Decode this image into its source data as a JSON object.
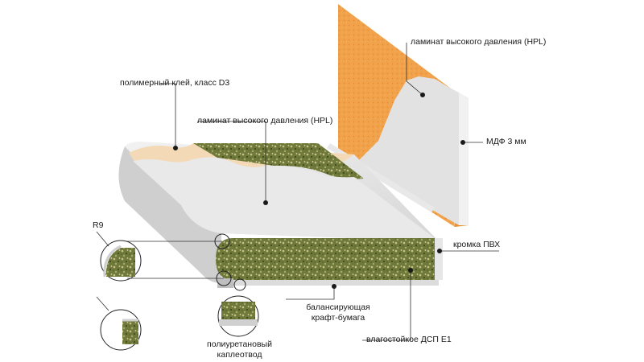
{
  "labels": {
    "glue": "полимерный клей, класс D3",
    "hpl_top": "ламинат высокого давления (HPL)",
    "hpl_panel": "ламинат высокого давления (HPL)",
    "mdf": "МДФ 3 мм",
    "edge_pvc": "кромка ПВХ",
    "radius": "R9",
    "balancing_line1": "балансирующая",
    "balancing_line2": "крафт-бумага",
    "chipboard": "влагостойкое ДСП Е1",
    "drip_line1": "полиуретановый",
    "drip_line2": "каплеотвод"
  },
  "colors": {
    "mdf": "#f2a24a",
    "laminate": "#e4e4e4",
    "chipboard": "#6f7a3a",
    "leader": "#333333",
    "dot": "#1a1a1a"
  }
}
